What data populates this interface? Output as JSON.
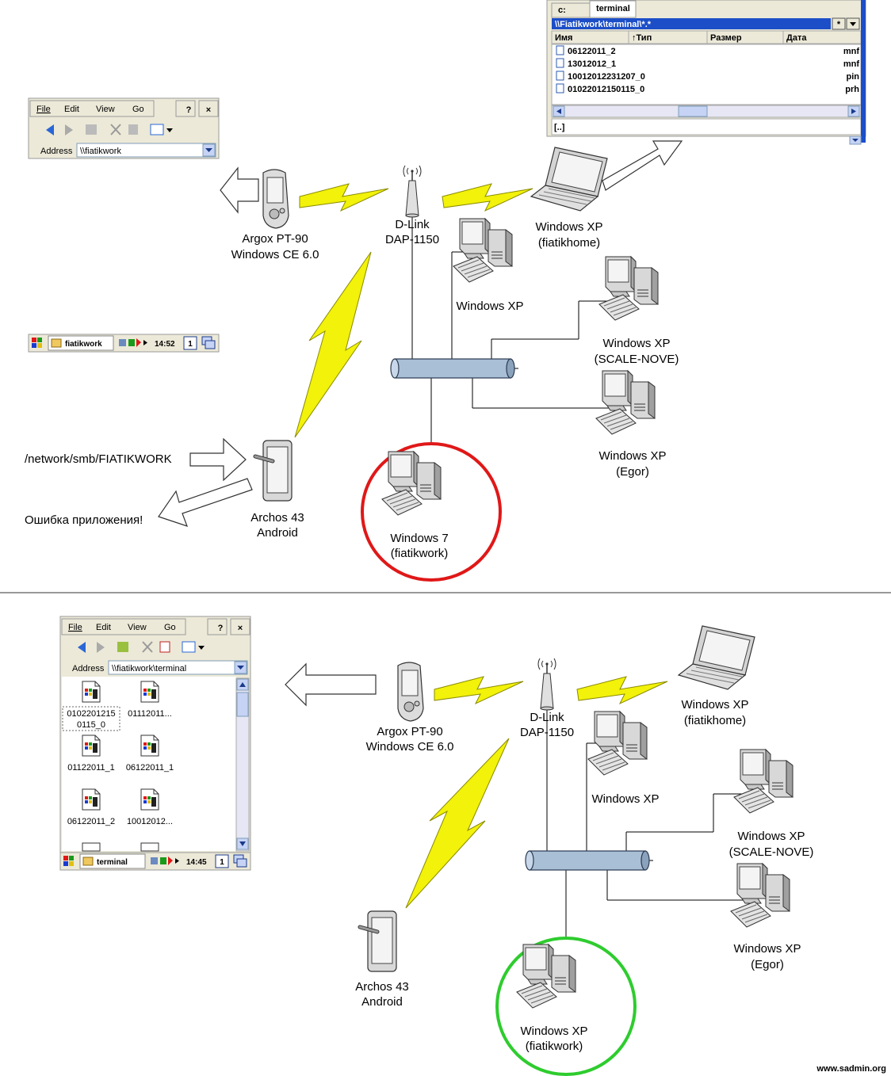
{
  "top": {
    "router_name": "D-Link",
    "router_model": "DAP-1150",
    "argox_line1": "Argox PT-90",
    "argox_line2": "Windows CE 6.0",
    "laptop_line1": "Windows XP",
    "laptop_line2": "(fiatikhome)",
    "pc_xp": "Windows XP",
    "scale_line1": "Windows XP",
    "scale_line2": "(SCALE-NOVE)",
    "egor_line1": "Windows XP",
    "egor_line2": "(Egor)",
    "archos_line1": "Archos 43",
    "archos_line2": "Android",
    "win7_line1": "Windows 7",
    "win7_line2": "(fiatikwork)",
    "smb_path": "/network/smb/FIATIKWORK",
    "error_msg": "Ошибка приложения!",
    "highlight_color": "#e01818"
  },
  "ce_explorer_top": {
    "menu": [
      "File",
      "Edit",
      "View",
      "Go"
    ],
    "help": "?",
    "close": "×",
    "address_label": "Address",
    "address_value": "\\\\fiatikwork"
  },
  "ce_taskbar_top": {
    "task": "fiatikwork",
    "time": "14:52",
    "desk": "1"
  },
  "file_manager": {
    "tab1": "c:",
    "tab2": "terminal",
    "path": "\\\\Fiatikwork\\terminal\\*.*",
    "col_name": "Имя",
    "col_type": "↑Тип",
    "col_size": "Размер",
    "col_date": "Дата",
    "rows": [
      {
        "name": "06122011_2",
        "ext": "mnf"
      },
      {
        "name": "13012012_1",
        "ext": "mnf"
      },
      {
        "name": "10012012231207_0",
        "ext": "pin"
      },
      {
        "name": "01022012150115_0",
        "ext": "prh"
      }
    ],
    "footer": "[..]"
  },
  "bottom": {
    "router_name": "D-Link",
    "router_model": "DAP-1150",
    "argox_line1": "Argox PT-90",
    "argox_line2": "Windows CE 6.0",
    "laptop_line1": "Windows XP",
    "laptop_line2": "(fiatikhome)",
    "pc_xp": "Windows XP",
    "scale_line1": "Windows XP",
    "scale_line2": "(SCALE-NOVE)",
    "egor_line1": "Windows XP",
    "egor_line2": "(Egor)",
    "archos_line1": "Archos 43",
    "archos_line2": "Android",
    "xpwork_line1": "Windows XP",
    "xpwork_line2": "(fiatikwork)",
    "highlight_color": "#2ecc2e"
  },
  "ce_explorer_bottom": {
    "menu": [
      "File",
      "Edit",
      "View",
      "Go"
    ],
    "help": "?",
    "close": "×",
    "address_label": "Address",
    "address_value": "\\\\fiatikwork\\terminal",
    "files": [
      {
        "line1": "0102201215",
        "line2": "0115_0"
      },
      {
        "line1": "01112011...",
        "line2": ""
      },
      {
        "line1": "01122011_1",
        "line2": ""
      },
      {
        "line1": "06122011_1",
        "line2": ""
      },
      {
        "line1": "06122011_2",
        "line2": ""
      },
      {
        "line1": "10012012...",
        "line2": ""
      }
    ],
    "task": "terminal",
    "time": "14:45",
    "desk": "1"
  },
  "watermark": "www.sadmin.org"
}
